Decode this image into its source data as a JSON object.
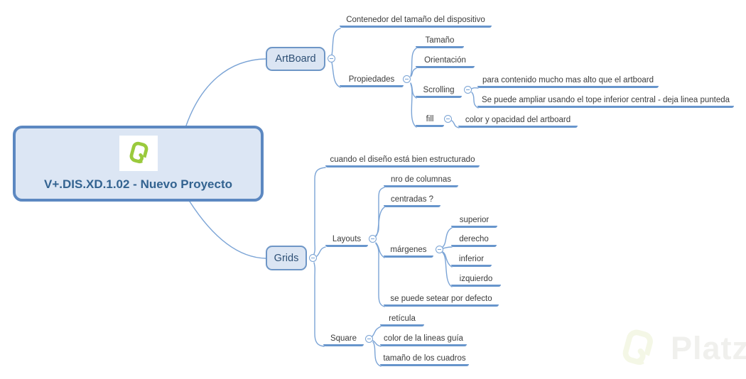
{
  "root_topic": {
    "title": "V+.DIS.XD.1.02 - Nuevo Proyecto",
    "logo_icon": "platzi-logo"
  },
  "nodes": {
    "artboard": {
      "label": "ArtBoard"
    },
    "contenedor": {
      "label": "Contenedor del tamaño del dispositivo"
    },
    "propiedades": {
      "label": "Propiedades"
    },
    "tamano": {
      "label": "Tamaño"
    },
    "orientacion": {
      "label": "Orientación"
    },
    "scrolling": {
      "label": "Scrolling"
    },
    "scroll_desc1": {
      "label": "para contenido mucho mas alto que el artboard"
    },
    "scroll_desc2": {
      "label": "Se puede ampliar usando el tope inferior central - deja linea punteda"
    },
    "fill": {
      "label": "fill"
    },
    "fill_desc": {
      "label": "color y opacidad del artboard"
    },
    "grids": {
      "label": "Grids"
    },
    "cuando": {
      "label": "cuando el diseño está bien estructurado"
    },
    "layouts": {
      "label": "Layouts"
    },
    "nro_columnas": {
      "label": "nro de columnas"
    },
    "centradas": {
      "label": "centradas ?"
    },
    "margenes": {
      "label": "márgenes"
    },
    "superior": {
      "label": "superior"
    },
    "derecho": {
      "label": "derecho"
    },
    "inferior": {
      "label": "inferior"
    },
    "izquierdo": {
      "label": "izquierdo"
    },
    "setear_defecto": {
      "label": "se puede setear por defecto"
    },
    "square": {
      "label": "Square"
    },
    "reticula": {
      "label": "retícula"
    },
    "color_guia": {
      "label": "color de la lineas guía"
    },
    "tamano_cuadros": {
      "label": "tamaño de los cuadros"
    }
  },
  "watermark": {
    "brand": "Platzi",
    "logo_icon": "platzi-logo"
  },
  "colors": {
    "branch_line": "#6795cc",
    "connector_curve": "#7ba4d6",
    "node_fill": "#dbe5f3",
    "node_border": "#6e96c6",
    "root_border": "#5c88c1",
    "root_title": "#336390",
    "topic_text": "#3b3b3b",
    "logo_green": "#9aca3c",
    "watermark_gray": "#f0f0ed"
  }
}
